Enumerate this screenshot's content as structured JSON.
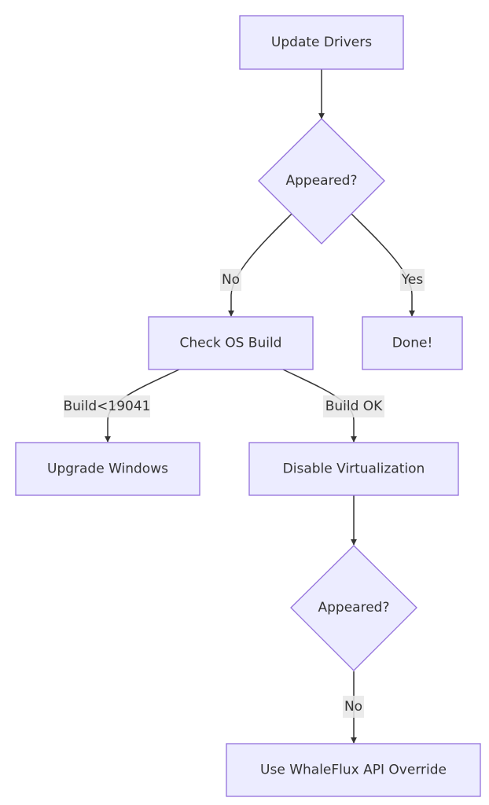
{
  "diagram": {
    "type": "flowchart",
    "direction": "top-down",
    "colors": {
      "node_fill": "#ECECFF",
      "node_stroke": "#9370DB",
      "edge": "#333333",
      "edge_label_bg": "#E8E8E8",
      "text": "#333333",
      "background": "#FFFFFF"
    },
    "nodes": {
      "update_drivers": {
        "label": "Update Drivers",
        "shape": "rectangle"
      },
      "appeared_1": {
        "label": "Appeared?",
        "shape": "diamond"
      },
      "check_os_build": {
        "label": "Check OS Build",
        "shape": "rectangle"
      },
      "done": {
        "label": "Done!",
        "shape": "rectangle"
      },
      "upgrade_windows": {
        "label": "Upgrade Windows",
        "shape": "rectangle"
      },
      "disable_virtualization": {
        "label": "Disable Virtualization",
        "shape": "rectangle"
      },
      "appeared_2": {
        "label": "Appeared?",
        "shape": "diamond"
      },
      "use_api_override": {
        "label": "Use WhaleFlux API Override",
        "shape": "rectangle"
      }
    },
    "edges": [
      {
        "from": "update_drivers",
        "to": "appeared_1",
        "label": ""
      },
      {
        "from": "appeared_1",
        "to": "check_os_build",
        "label": "No"
      },
      {
        "from": "appeared_1",
        "to": "done",
        "label": "Yes"
      },
      {
        "from": "check_os_build",
        "to": "upgrade_windows",
        "label": "Build<19041"
      },
      {
        "from": "check_os_build",
        "to": "disable_virtualization",
        "label": "Build OK"
      },
      {
        "from": "disable_virtualization",
        "to": "appeared_2",
        "label": ""
      },
      {
        "from": "appeared_2",
        "to": "use_api_override",
        "label": "No"
      }
    ]
  }
}
